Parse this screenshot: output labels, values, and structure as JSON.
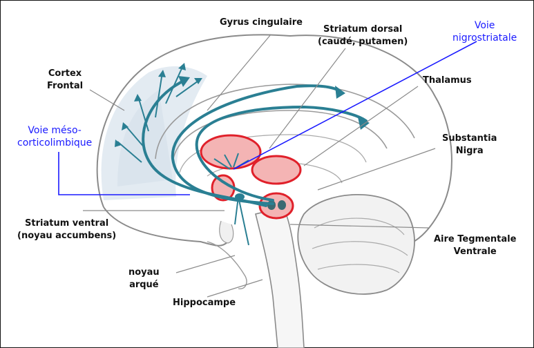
{
  "labels": {
    "gyrus_cingulaire": "Gyrus cingulaire",
    "striatum_dorsal_1": "Striatum dorsal",
    "striatum_dorsal_2": "(caudé, putamen)",
    "voie_nigro_1": "Voie",
    "voie_nigro_2": "nigrostriatale",
    "cortex_1": "Cortex",
    "cortex_2": "Frontal",
    "thalamus": "Thalamus",
    "voie_meso_1": "Voie méso-",
    "voie_meso_2": "corticolimbique",
    "substantia_1": "Substantia",
    "substantia_2": "Nigra",
    "striatum_ventral_1": "Striatum ventral",
    "striatum_ventral_2": "(noyau accumbens)",
    "aire_1": "Aire Tegmentale",
    "aire_2": "Ventrale",
    "noyau_1": "noyau",
    "noyau_2": "arqué",
    "hippocampe": "Hippocampe"
  },
  "colors": {
    "pathway": "#2a7f93",
    "highlight_fill": "#f4b4b4",
    "highlight_stroke": "#e0202a",
    "cortex_tint": "#dce6ef",
    "outline": "#8a8a8a",
    "label_blue": "#1a1aff"
  }
}
